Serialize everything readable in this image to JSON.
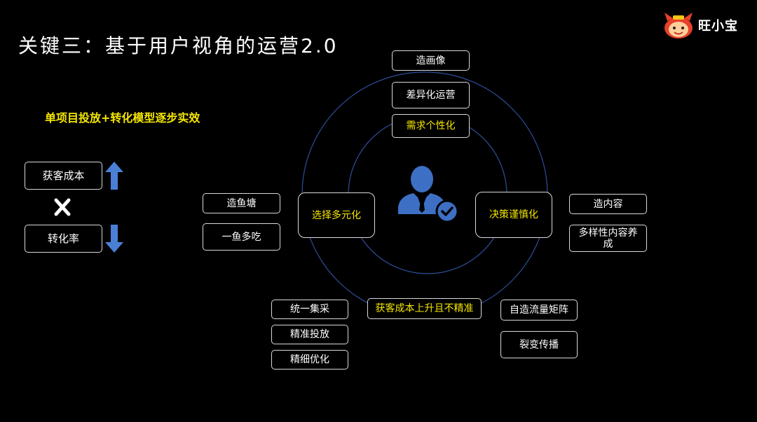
{
  "title": "关键三：基于用户视角的运营2.0",
  "subtitle": "单项目投放+转化模型逐步实效",
  "logo": {
    "text": "旺小宝",
    "icon": "mascot-logo-icon"
  },
  "left": {
    "cost_label": "获客成本",
    "rate_label": "转化率",
    "up_icon": "arrow-up-icon",
    "down_icon": "arrow-down-icon",
    "cross_icon": "cross-icon"
  },
  "top_items": [
    "造画像",
    "差异化运营",
    "需求个性化"
  ],
  "left_nodes": [
    "造鱼塘",
    "一鱼多吃"
  ],
  "choice_node": "选择多元化",
  "decision_node": "决策谨慎化",
  "right_nodes": [
    "造内容",
    "多样性内容养成"
  ],
  "bottom_center": "获客成本上升且不精准",
  "bottom_left": [
    "统一集采",
    "精准投放",
    "精细优化"
  ],
  "bottom_right": [
    "自造流量矩阵",
    "裂变传播"
  ],
  "center_icon": "verified-user-icon",
  "colors": {
    "accent_yellow": "#f5e600",
    "icon_blue": "#3d6fc4",
    "circle_blue": "#2d4f9a",
    "arrow_blue": "#4a7fd6"
  }
}
